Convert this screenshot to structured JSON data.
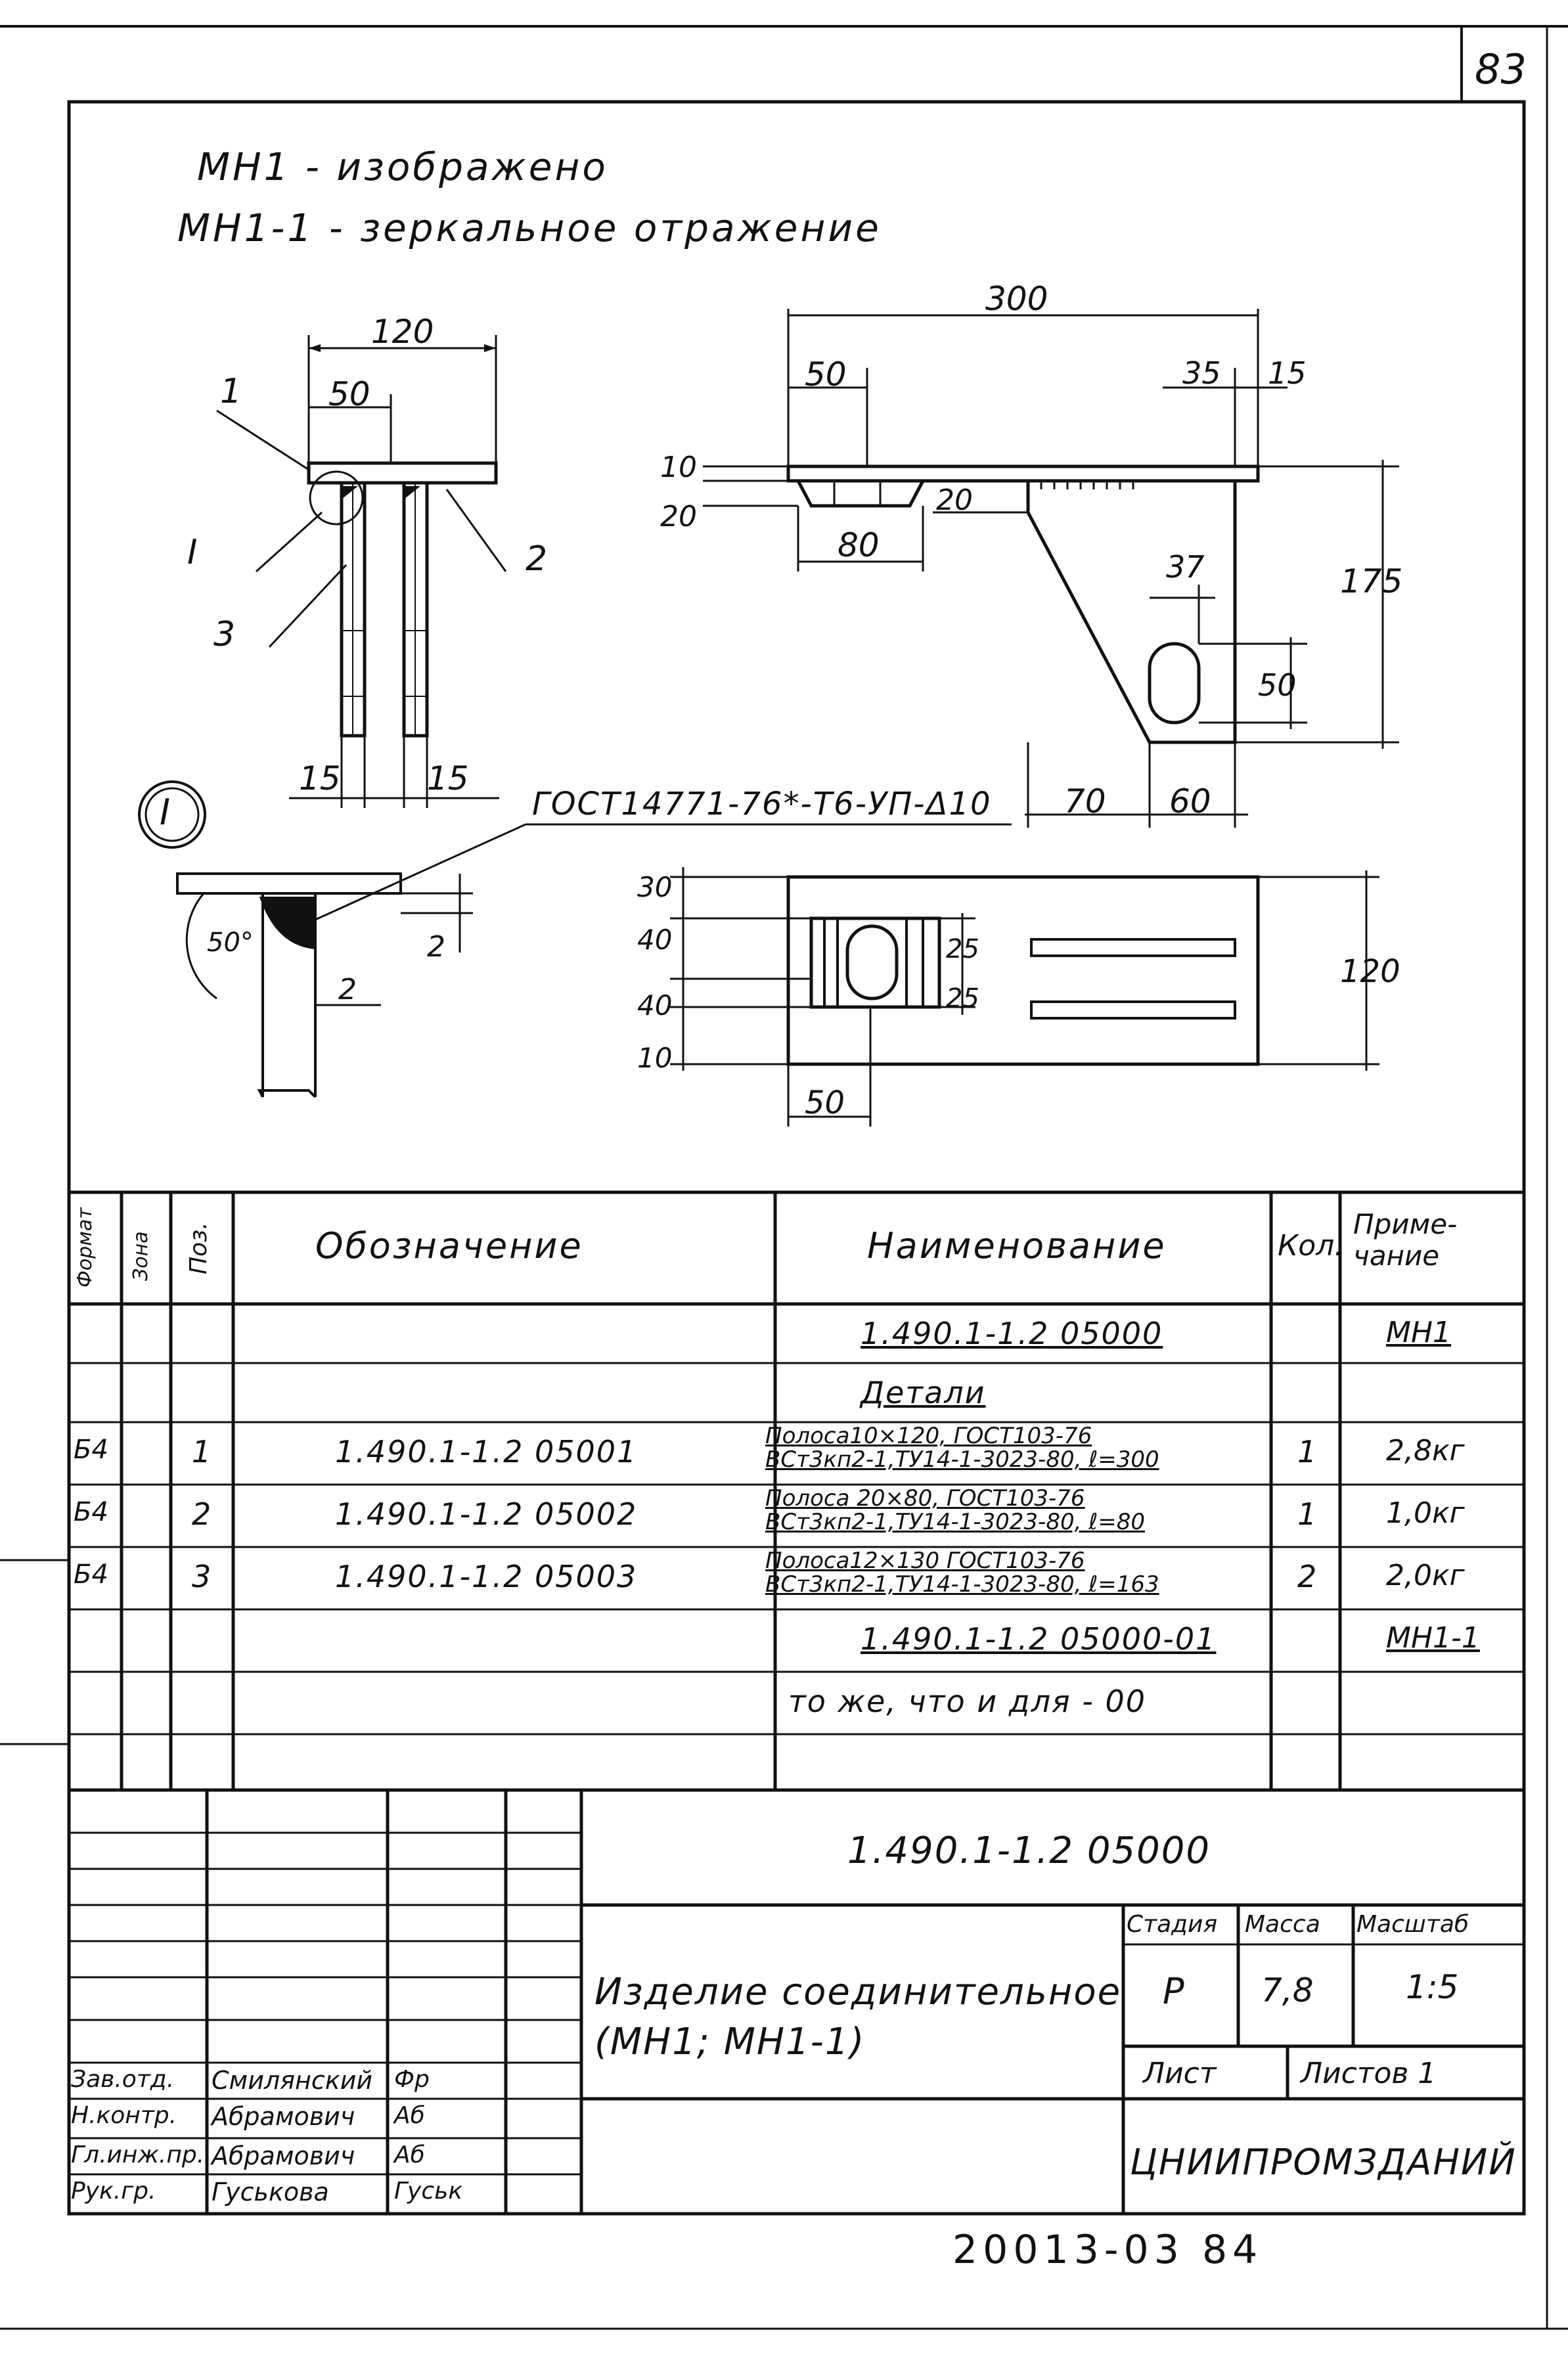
{
  "page_number": "83",
  "notes": {
    "line1": "МН1 - изображено",
    "line2": "МН1-1 - зеркальное отражение"
  },
  "dims": {
    "front": {
      "w120": "120",
      "w50": "50",
      "b15a": "15",
      "b15b": "15"
    },
    "callouts": {
      "c1": "1",
      "c2": "2",
      "c3": "3",
      "cI": "I"
    },
    "side": {
      "w300": "300",
      "w50": "50",
      "w35": "35",
      "w15": "15",
      "w80": "80",
      "h10": "10",
      "h20": "20",
      "h20b": "20",
      "h175": "175",
      "h37": "37",
      "h50": "50",
      "w70": "70",
      "w60": "60"
    },
    "weld": "ГОСТ14771-76*-Т6-УП-Δ10",
    "detail": {
      "label": "I",
      "angle": "50°",
      "d2a": "2",
      "d2b": "2"
    },
    "plan": {
      "v30": "30",
      "v40a": "40",
      "v40b": "40",
      "v10": "10",
      "v25a": "25",
      "v25b": "25",
      "v120": "120",
      "w50": "50"
    }
  },
  "spec_table": {
    "headers": {
      "format": "Формат",
      "zone": "Зона",
      "pos": "Поз.",
      "designation": "Обозначение",
      "name": "Наименование",
      "qty": "Кол.",
      "note": "Приме-\nчание"
    },
    "rows": [
      {
        "format": "",
        "pos": "",
        "designation": "",
        "name": "1.490.1-1.2 05000",
        "qty": "",
        "note": "МН1"
      },
      {
        "format": "",
        "pos": "",
        "designation": "",
        "name": "Детали",
        "qty": "",
        "note": ""
      },
      {
        "format": "Б4",
        "pos": "1",
        "designation": "1.490.1-1.2 05001",
        "name": "Полоса10×120, ГОСТ103-76\nВСт3кп2-1,ТУ14-1-3023-80, ℓ=300",
        "qty": "1",
        "note": "2,8кг"
      },
      {
        "format": "Б4",
        "pos": "2",
        "designation": "1.490.1-1.2 05002",
        "name": "Полоса 20×80, ГОСТ103-76\nВСт3кп2-1,ТУ14-1-3023-80, ℓ=80",
        "qty": "1",
        "note": "1,0кг"
      },
      {
        "format": "Б4",
        "pos": "3",
        "designation": "1.490.1-1.2 05003",
        "name": "Полоса12×130 ГОСТ103-76\nВСт3кп2-1,ТУ14-1-3023-80, ℓ=163",
        "qty": "2",
        "note": "2,0кг"
      },
      {
        "format": "",
        "pos": "",
        "designation": "",
        "name": "1.490.1-1.2 05000-01",
        "qty": "",
        "note": "МН1-1"
      },
      {
        "format": "",
        "pos": "",
        "designation": "",
        "name": "то же, что и для - 00",
        "qty": "",
        "note": ""
      },
      {
        "format": "",
        "pos": "",
        "designation": "",
        "name": "",
        "qty": "",
        "note": ""
      }
    ]
  },
  "title_block": {
    "code": "1.490.1-1.2 05000",
    "title": "Изделие соединительное\n(МН1; МН1-1)",
    "stage_label": "Стадия",
    "mass_label": "Масса",
    "scale_label": "Масштаб",
    "stage": "Р",
    "mass": "7,8",
    "scale": "1:5",
    "sheet_label": "Лист",
    "sheets_label": "Листов 1",
    "org": "ЦНИИПРОМЗДАНИЙ",
    "roles": [
      {
        "role": "Зав.отд.",
        "name": "Смилянский",
        "sign": "Фр"
      },
      {
        "role": "Н.контр.",
        "name": "Абрамович",
        "sign": "Аб"
      },
      {
        "role": "Гл.инж.пр.",
        "name": "Абрамович",
        "sign": "Аб"
      },
      {
        "role": "Рук.гр.",
        "name": "Гуськова",
        "sign": "Гуськ"
      }
    ]
  },
  "footer_code": "20013-03 84"
}
